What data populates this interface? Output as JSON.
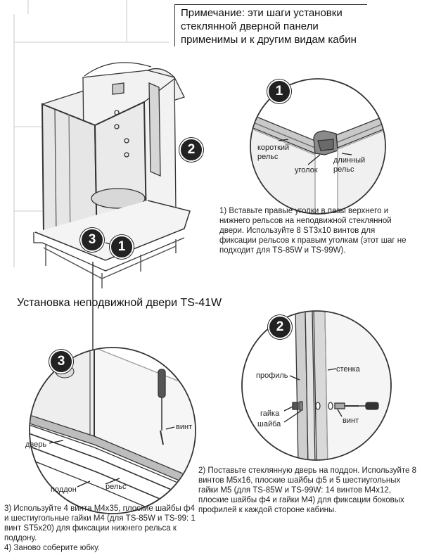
{
  "note": {
    "line1": "Примечание: эти шаги установки",
    "line2": "стеклянной дверной панели",
    "line3": "применимы и к другим видам кабин"
  },
  "caption": "Установка неподвижной двери TS-41W",
  "badges": {
    "b1": "1",
    "b2": "2",
    "b3": "3"
  },
  "detail1": {
    "short_rail": "короткий\nрельс",
    "corner": "уголок",
    "long_rail": "длинный\nрельс"
  },
  "detail2": {
    "profile": "профиль",
    "wall": "стенка",
    "nut": "гайка",
    "washer": "шайба",
    "screw": "винт"
  },
  "detail3": {
    "screw": "винт",
    "door": "дверь",
    "tray": "поддон",
    "rail": "рельс"
  },
  "steps": {
    "s1": "1) Вставьте правые уголки в пазы верхнего и нижнего рельсов на неподвижной стеклянной двери. Используйте 8 ST3x10 винтов для фиксации рельсов к правым уголкам (этот шаг не подходит для TS-85W и TS-99W).",
    "s2": "2) Поставьте стеклянную дверь на поддон. Используйте 8 винтов M5x16, плоские шайбы ф5 и 5 шестиугольных гайки M5 (для TS-85W и TS-99W: 14 винтов M4x12, плоские шайбы ф4 и гайки M4) для фиксации боковых профилей к каждой стороне кабины.",
    "s3": "3) Используйте 4 винта M4x35, плоские шайбы ф4 и шестиугольные гайки M4 (для TS-85W и TS-99: 1 винт ST5x20) для фиксации нижнего рельса к поддону.",
    "s4": "4) Заново соберите юбку."
  },
  "colors": {
    "badge": "#222222",
    "line": "#333333",
    "glass": "#e8e8e8"
  }
}
